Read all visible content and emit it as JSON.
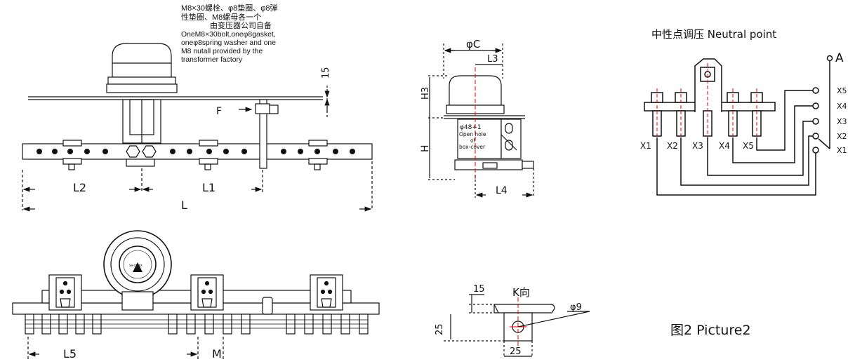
{
  "note": {
    "cn_line1": "M8×30螺栓、φ8垫圈、φ8弹",
    "cn_line2": "性垫圈、M8螺母各一个",
    "cn_line3": "由变压器公司自备",
    "en_line1": "OneM8×30bolt,oneφ8gasket,",
    "en_line2": "oneφ8spring washer and one",
    "en_line3": "M8 nutall provided by the",
    "en_line4": "transformer factory"
  },
  "front_view": {
    "dim_15": "15",
    "label_F": "F",
    "dim_L2": "L2",
    "dim_L1": "L1",
    "dim_L": "L"
  },
  "top_view": {
    "dim_L5": "L5",
    "dim_M": "M",
    "dial_text": "SH-XX-XX"
  },
  "side_view": {
    "dim_phiC": "φC",
    "dim_L3": "L3",
    "dim_H3": "H3",
    "dim_H": "H",
    "dim_L4": "L4",
    "hole_label": "φ48+1",
    "hole_en1": "Open hole",
    "hole_en2": "of",
    "hole_en3": "box-cover"
  },
  "k_view": {
    "title": "K向",
    "dim_15": "15",
    "dim_25_v": "25",
    "dim_25_h": "25",
    "dim_phi9": "φ9"
  },
  "neutral": {
    "title": "中性点调压 Neutral point",
    "terminal_A": "A",
    "right_labels": [
      "X5",
      "X4",
      "X3",
      "X2",
      "X1"
    ],
    "bottom_labels": [
      "X1",
      "X2",
      "X3",
      "X4",
      "X5"
    ]
  },
  "picture_label": "图2 Picture2"
}
